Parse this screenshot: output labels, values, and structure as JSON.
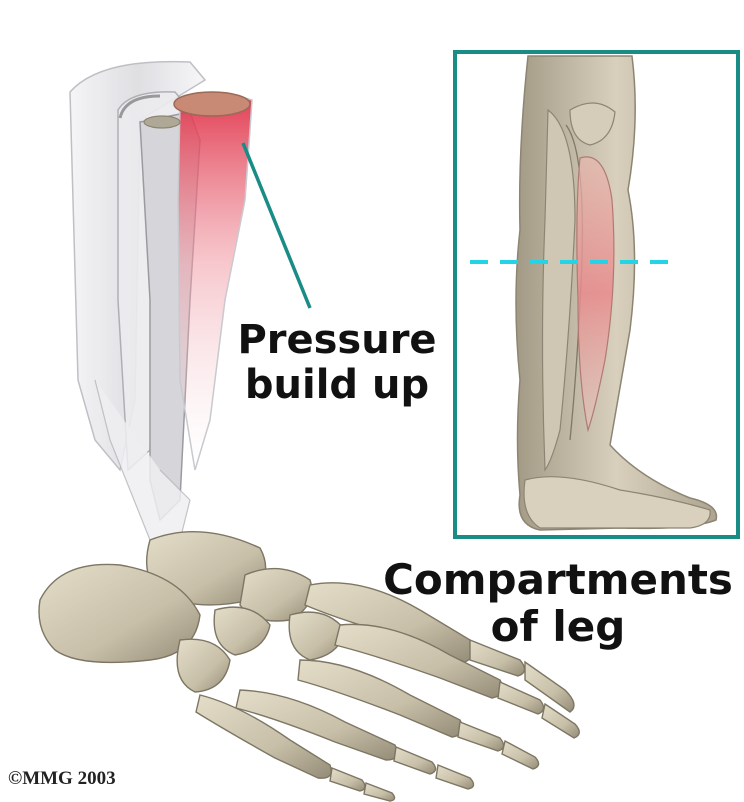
{
  "labels": {
    "pressure_line1": "Pressure",
    "pressure_line2": "build up",
    "compartments_line1": "Compartments",
    "compartments_line2": "of leg",
    "copyright": "©MMG 2003"
  },
  "colors": {
    "inset_border": "#1a8c86",
    "pointer_line": "#1a8c86",
    "section_dashes": "#22d4e6",
    "bone": "#cbc3ad",
    "bone_shadow": "#8f8874",
    "pressure_red": "#e0344a",
    "muscle_sheath": "#e8e8ea"
  }
}
